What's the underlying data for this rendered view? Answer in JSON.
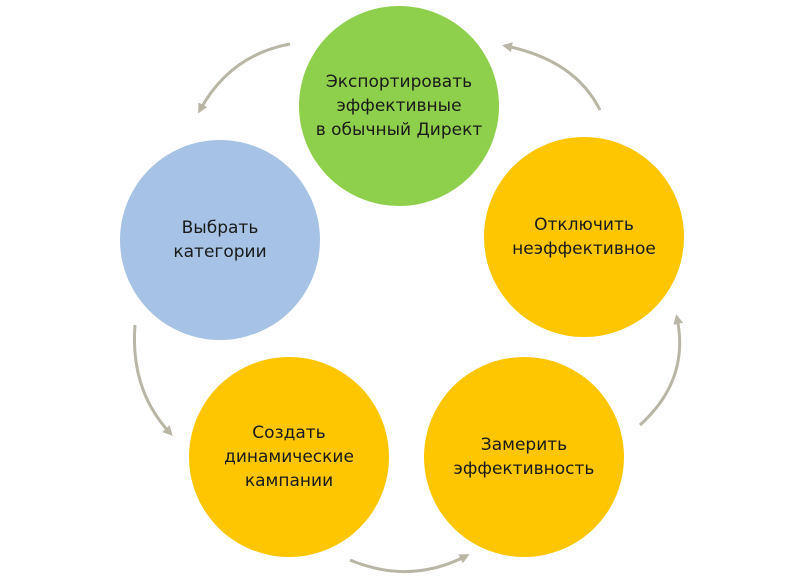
{
  "nodes": [
    {
      "id": "export",
      "label": "Экспортировать\nэффективные\nв обычный Директ",
      "color": "#8ecf4c"
    },
    {
      "id": "disable",
      "label": "Отключить\nнеэффективное",
      "color": "#fdc600"
    },
    {
      "id": "measure",
      "label": "Замерить\nэффективность",
      "color": "#fdc600"
    },
    {
      "id": "create",
      "label": "Создать\nдинамические\nкампании",
      "color": "#fdc600"
    },
    {
      "id": "select",
      "label": "Выбрать\nкатегории",
      "color": "#a6c2e4"
    }
  ],
  "cycle_order": [
    "export",
    "select",
    "create",
    "measure",
    "disable",
    "export"
  ],
  "arrow_color": "#b9b6a6"
}
